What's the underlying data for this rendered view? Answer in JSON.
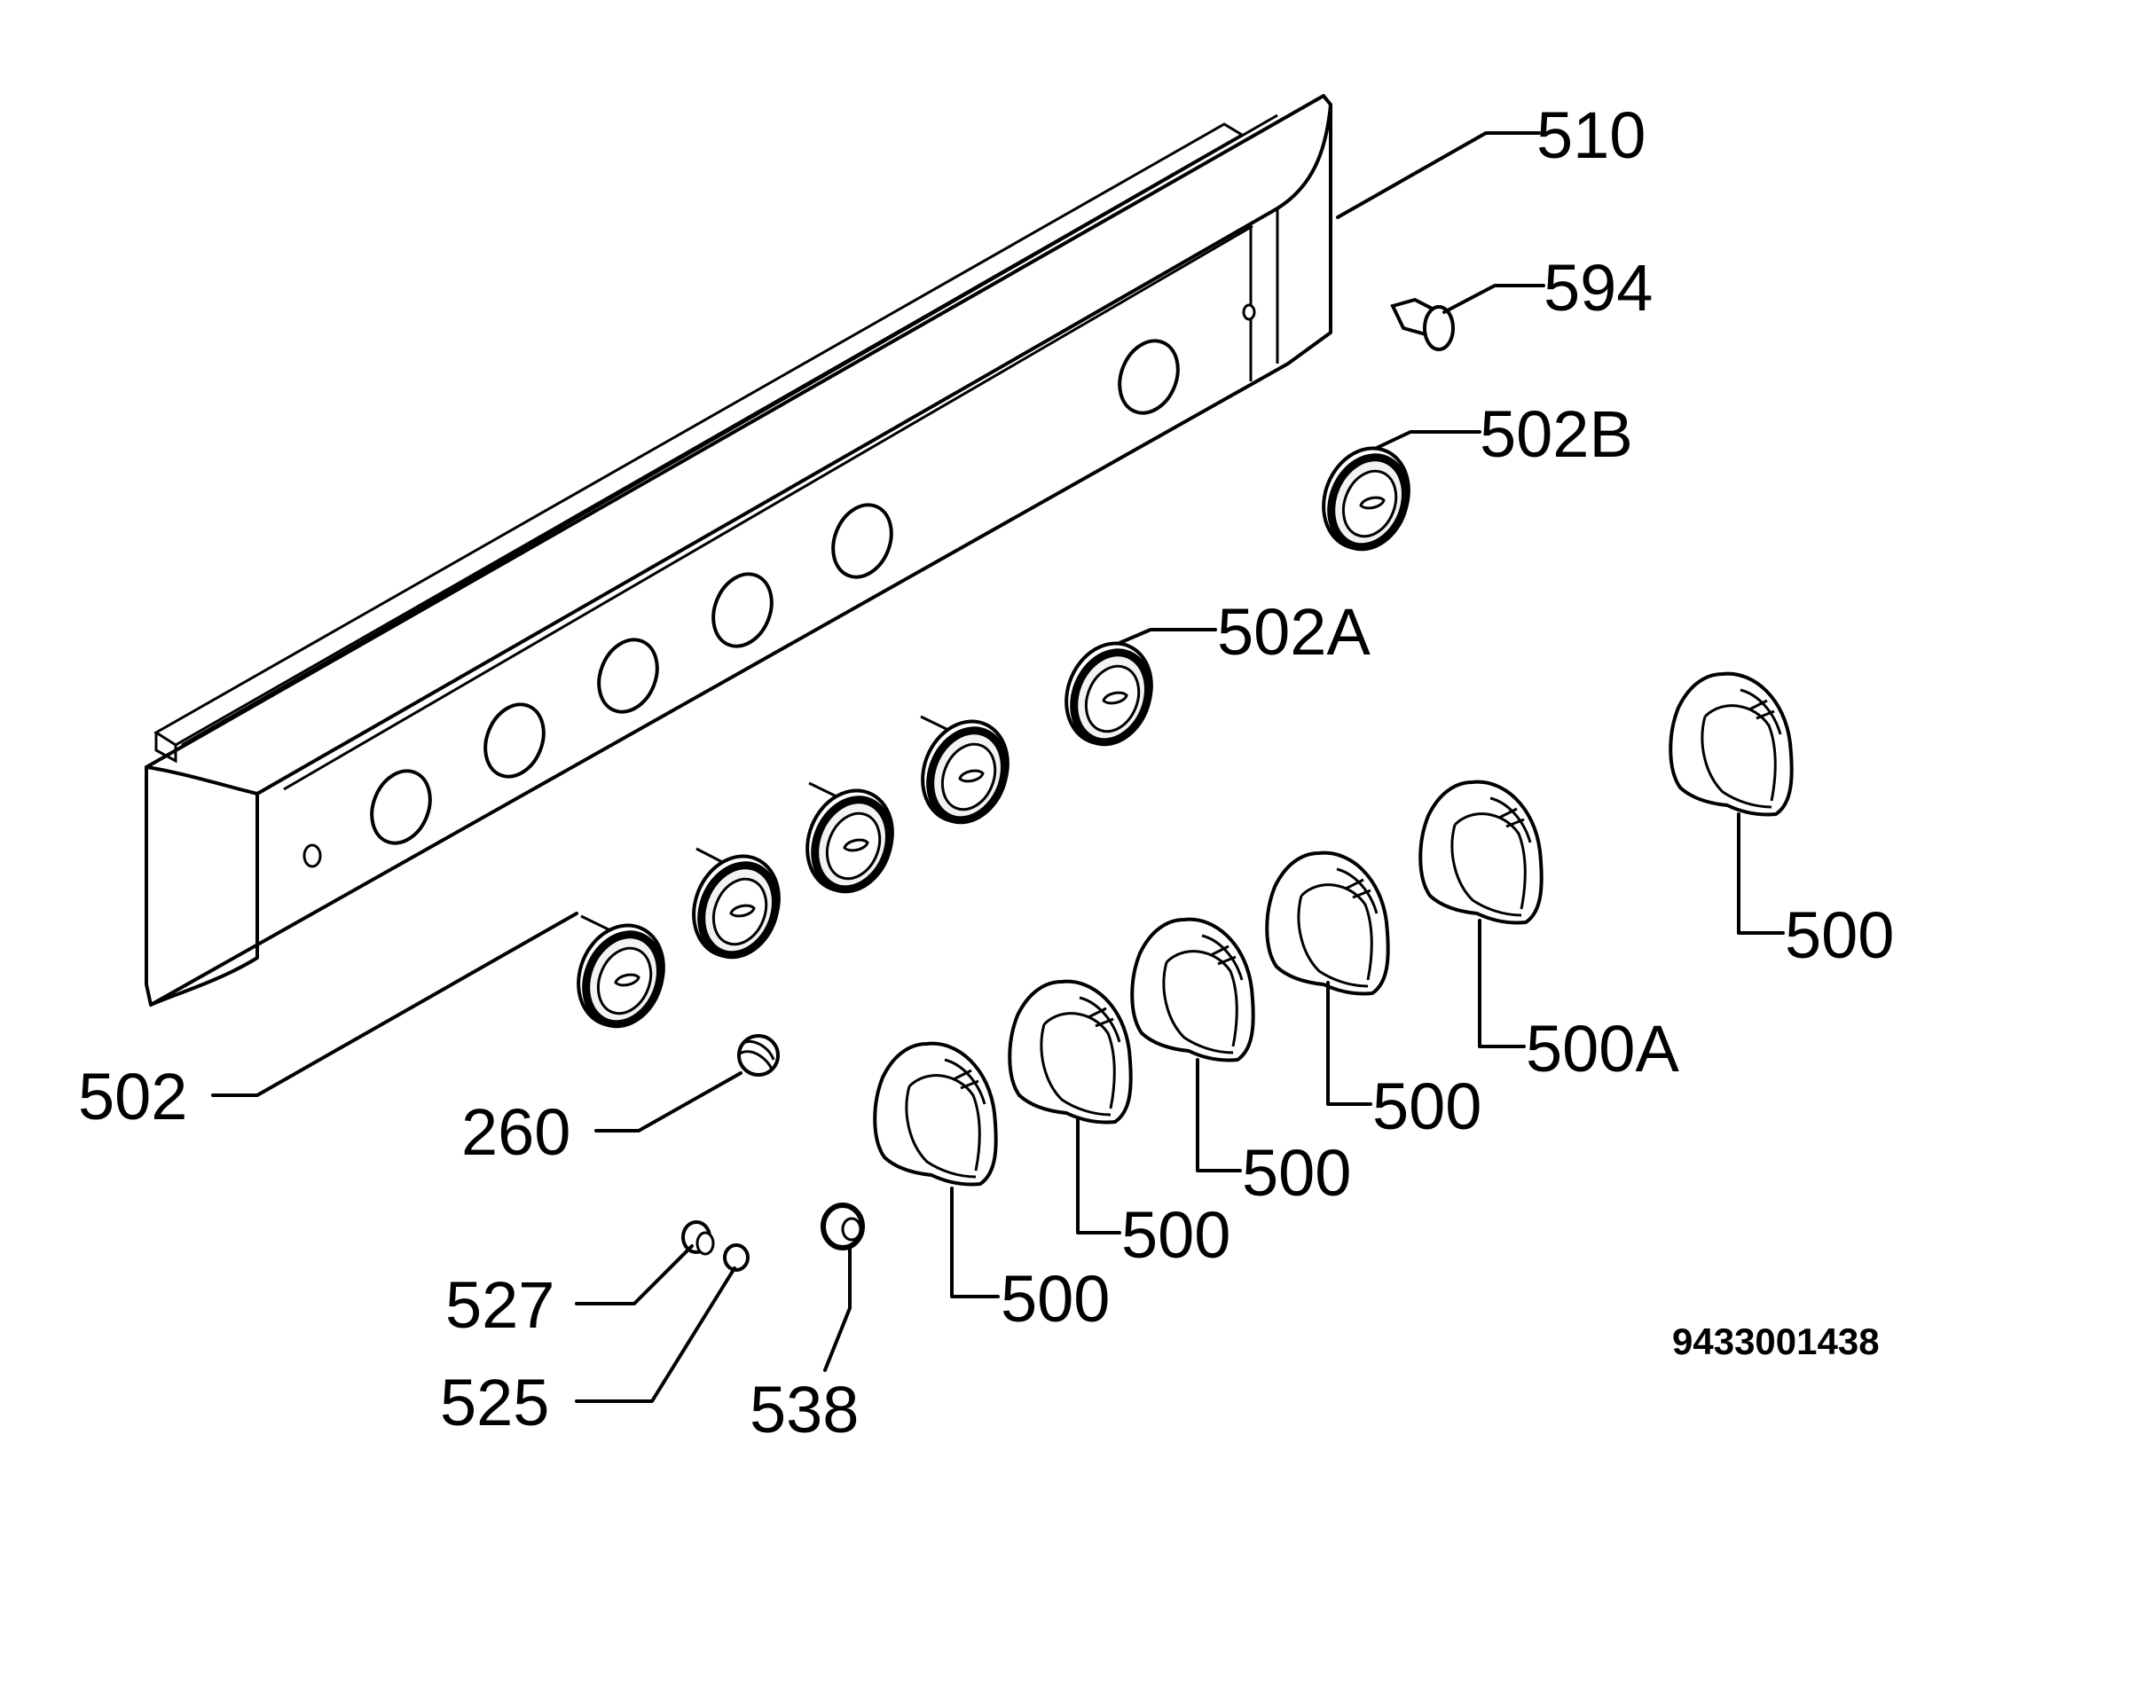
{
  "diagram": {
    "labels": {
      "l510": "510",
      "l594": "594",
      "l502B": "502B",
      "l502A": "502A",
      "l502": "502",
      "l260": "260",
      "l527": "527",
      "l525": "525",
      "l538": "538",
      "l500a": "500",
      "l500b": "500",
      "l500c": "500",
      "l500d": "500",
      "l500A": "500A",
      "l500e": "500",
      "code": "9433001438"
    }
  }
}
